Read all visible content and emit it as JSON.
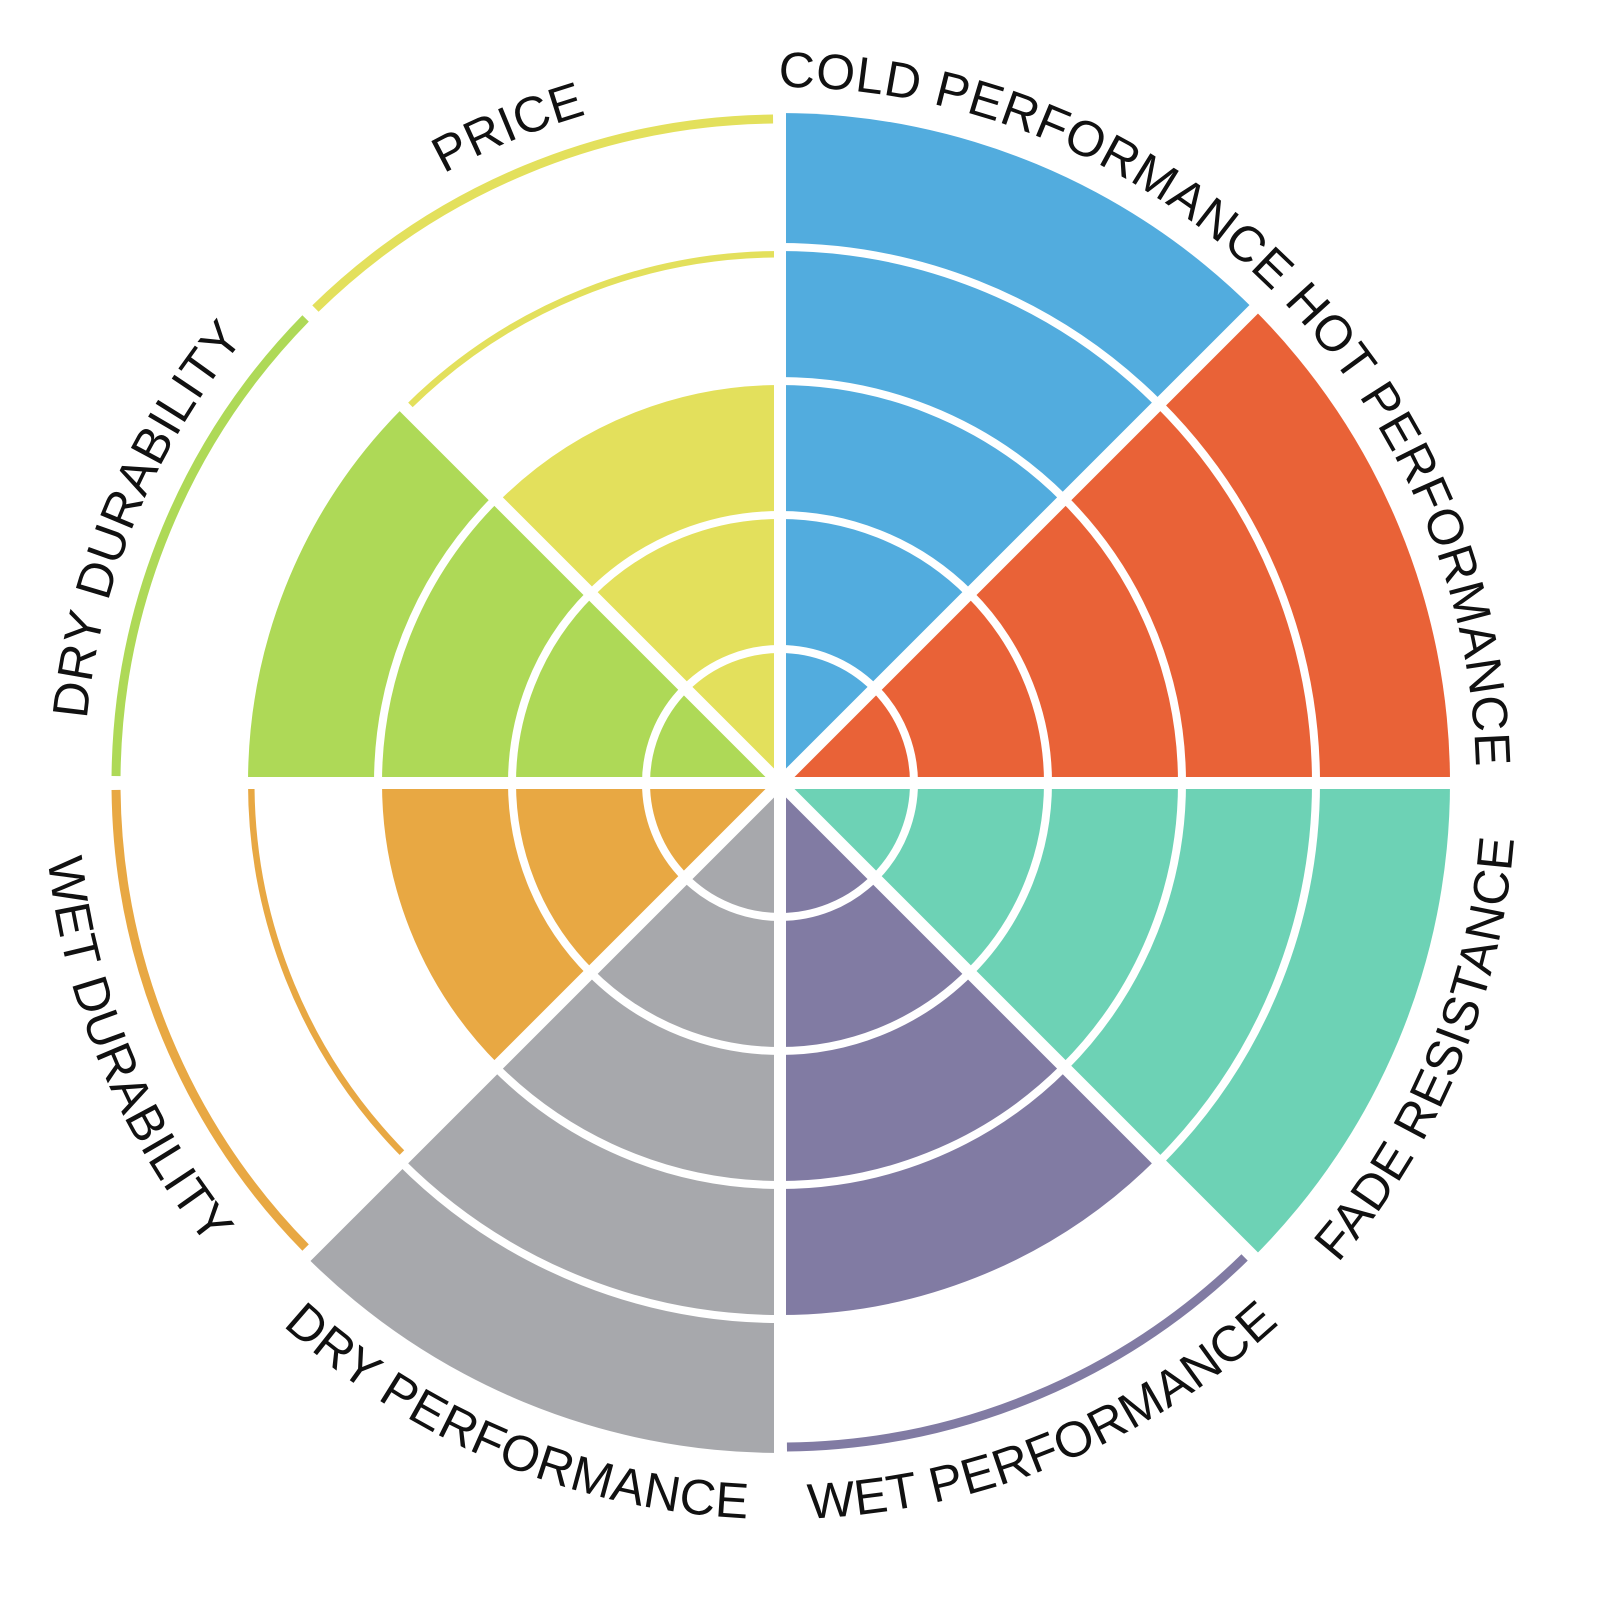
{
  "chart_data": {
    "type": "polar-area",
    "rings": 5,
    "max_value": 5,
    "segments": [
      {
        "label": "COLD PERFORMANCE",
        "value": 5,
        "color": "#52ACDE"
      },
      {
        "label": "HOT PERFORMANCE",
        "value": 5,
        "color": "#E96237"
      },
      {
        "label": "FADE RESISTANCE",
        "value": 5,
        "color": "#6DD2B5"
      },
      {
        "label": "WET PERFORMANCE",
        "value": 4,
        "color": "#817BA3"
      },
      {
        "label": "DRY PERFORMANCE",
        "value": 5,
        "color": "#A7A8AC"
      },
      {
        "label": "WET DURABILITY",
        "value": 3,
        "color": "#E8A843"
      },
      {
        "label": "DRY DURABILITY",
        "value": 4,
        "color": "#AED957"
      },
      {
        "label": "PRICE",
        "value": 3,
        "color": "#E3E05C"
      }
    ]
  }
}
